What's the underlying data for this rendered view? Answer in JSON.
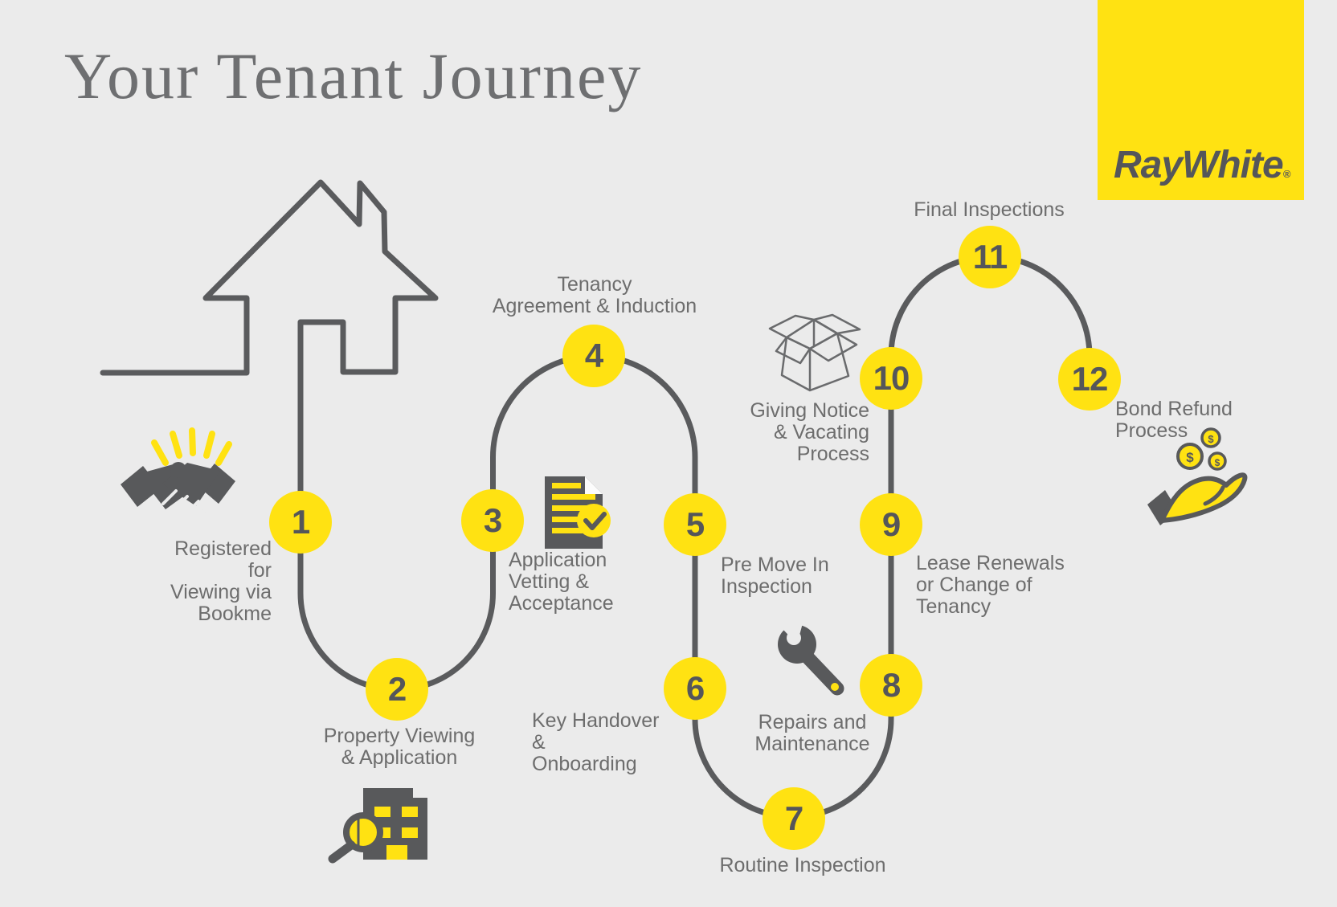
{
  "title": "Your Tenant Journey",
  "logo": {
    "text": "RayWhite",
    "mark": "®"
  },
  "colors": {
    "background": "#EBEBEB",
    "yellow": "#FFE212",
    "dark": "#58595B",
    "line": "#5A5B5D",
    "label_text": "#6D6D6D",
    "title_text": "#6E6F71"
  },
  "coins": {
    "symbol": "$"
  },
  "icons": [
    "house-icon",
    "rays-icon",
    "handshake-icon",
    "building-search-icon",
    "document-check-icon",
    "open-box-icon",
    "wrench-icon",
    "hand-coins-icon"
  ],
  "steps": [
    {
      "number": "1",
      "label": "Registered for\nViewing via\nBookme",
      "icon": "handshake-icon"
    },
    {
      "number": "2",
      "label": "Property Viewing\n& Application",
      "icon": "building-search-icon"
    },
    {
      "number": "3",
      "label": "Application\nVetting &\nAcceptance",
      "icon": "document-check-icon"
    },
    {
      "number": "4",
      "label": "Tenancy\nAgreement & Induction"
    },
    {
      "number": "5",
      "label": "Pre Move In\nInspection"
    },
    {
      "number": "6",
      "label": "Key Handover &\nOnboarding"
    },
    {
      "number": "7",
      "label": "Routine Inspection"
    },
    {
      "number": "8",
      "label": "Repairs and\nMaintenance",
      "icon": "wrench-icon"
    },
    {
      "number": "9",
      "label": "Lease Renewals\nor Change of\nTenancy"
    },
    {
      "number": "10",
      "label": "Giving Notice\n& Vacating\nProcess",
      "icon": "open-box-icon"
    },
    {
      "number": "11",
      "label": "Final Inspections"
    },
    {
      "number": "12",
      "label": "Bond Refund\nProcess",
      "icon": "hand-coins-icon"
    }
  ]
}
